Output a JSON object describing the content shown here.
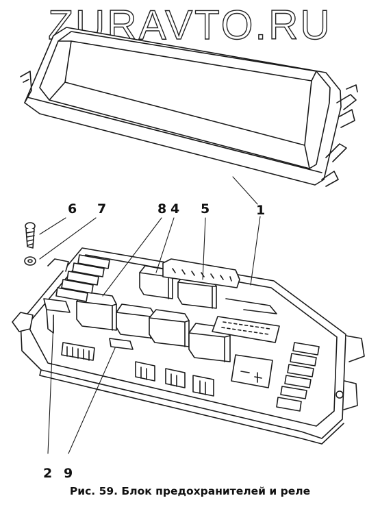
{
  "watermark": "ZURAVTO.RU",
  "labels": {
    "l1": "1",
    "l2": "2",
    "l4": "4",
    "l5": "5",
    "l6": "6",
    "l7": "7",
    "l8": "8",
    "l9": "9"
  },
  "caption": "Рис. 59. Блок предохранителей и реле",
  "colors": {
    "ink": "#1a1a1a",
    "paper": "#ffffff"
  }
}
